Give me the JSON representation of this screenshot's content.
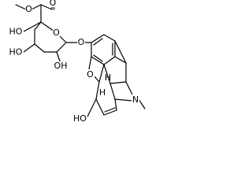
{
  "structure": {
    "atoms": {
      "ester_o_methyl": "O",
      "ester_o_carbonyl": "O",
      "ho_top": "HO",
      "ho_mid": "HO",
      "oh_right": "OH",
      "o_ring": "O",
      "o_link": "O",
      "o_aryl_ether": "O",
      "ho_bottom": "HO",
      "n_amine": "N",
      "h_stereo_top": "H",
      "h_stereo_bottom": "H"
    }
  }
}
